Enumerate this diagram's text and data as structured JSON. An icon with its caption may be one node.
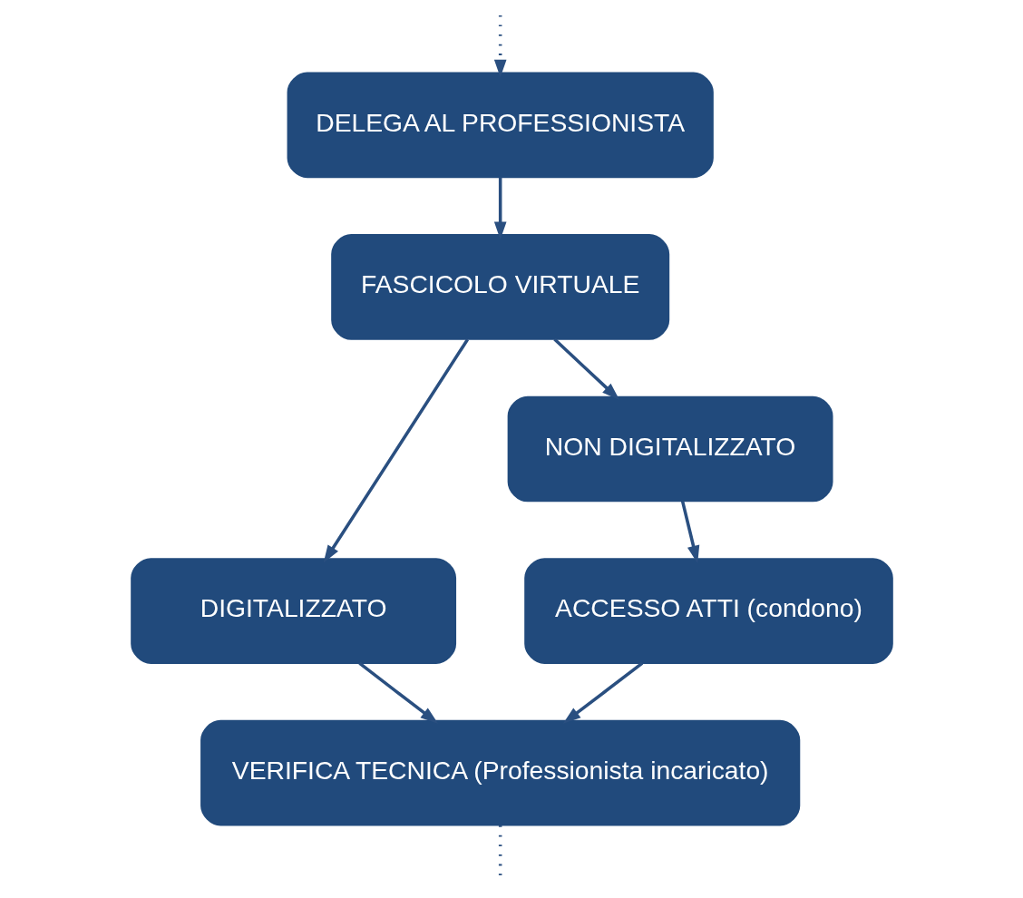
{
  "diagram": {
    "nodes": [
      {
        "text": [
          "DELEGA AL PROFESSIONISTA"
        ]
      },
      {
        "text": [
          "FASCICOLO VIRTUALE"
        ]
      },
      {
        "text": [
          "DIGITALIZZATO"
        ]
      },
      {
        "text": [
          "NON DIGITALIZZATO"
        ]
      },
      {
        "text": [
          "ACCESSO ATTI (condono)"
        ]
      },
      {
        "text": [
          "VERIFICA TECNICA (Professionista incaricato)"
        ]
      }
    ],
    "edges": [
      {
        "from": null,
        "to": 0,
        "arrow": "to",
        "style": "dashed"
      },
      {
        "from": 0,
        "to": 1,
        "arrow": "to"
      },
      {
        "from": 1,
        "to": 2,
        "arrow": "to"
      },
      {
        "from": 1,
        "to": 3,
        "arrow": "to"
      },
      {
        "from": 3,
        "to": 4,
        "arrow": "to"
      },
      {
        "from": 2,
        "to": 5,
        "arrow": "to"
      },
      {
        "from": 4,
        "to": 5,
        "arrow": "to"
      },
      {
        "from": 5,
        "to": null,
        "arrow": "none",
        "style": "dashed"
      }
    ]
  }
}
